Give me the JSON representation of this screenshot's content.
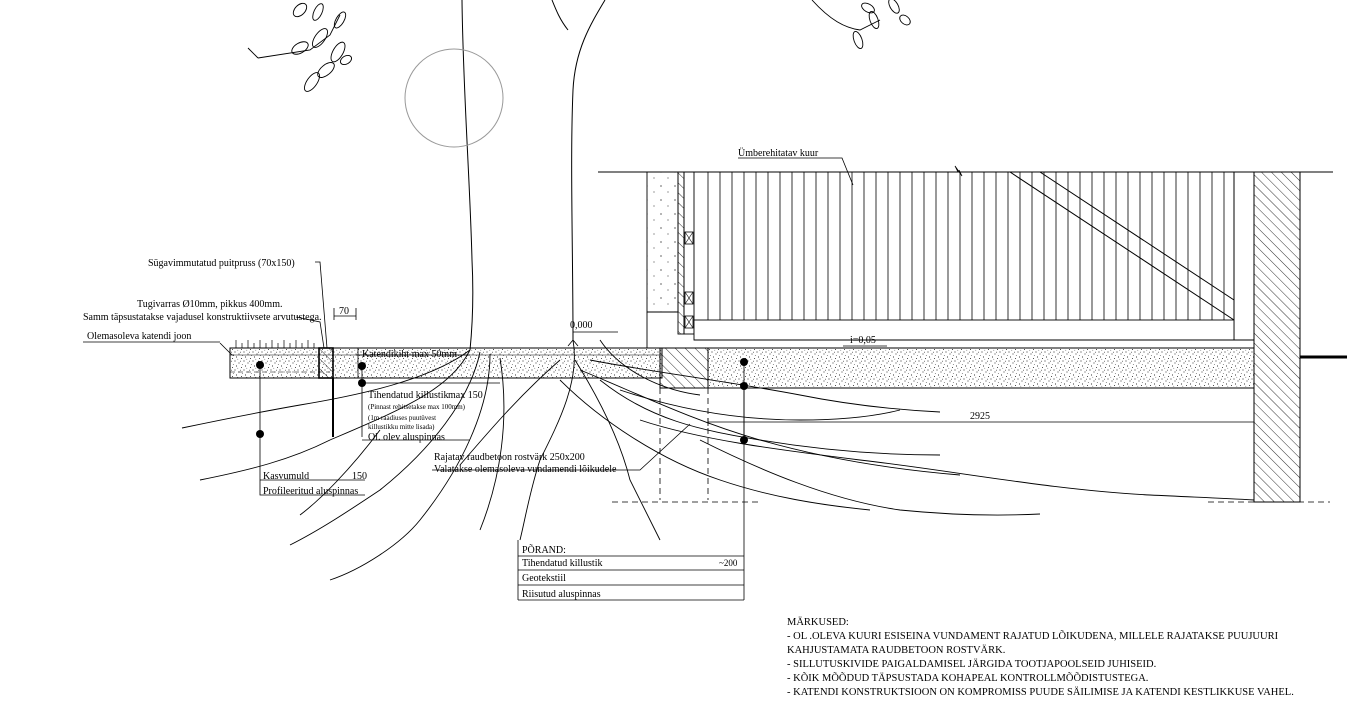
{
  "labels": {
    "shed": "Ümberehitatav kuur",
    "wood_beam": "Sügavimmutatud puitpruss (70x150)",
    "support_rod_1": "Tugivarras Ø10mm, pikkus 400mm.",
    "support_rod_2": "Samm täpsustatakse vajadusel konstruktiivsete arvutustega.",
    "existing_line": "Olemasoleva katendi joon",
    "dim_70": "70",
    "level_000": "0,000",
    "slope": "i=0,05",
    "dim_2925": "2925",
    "surface_layer": "Katendikiht max 50mm",
    "crushed_stone": "Tihendatud killustik",
    "crushed_stone_max": "max 150",
    "crushed_note_1": "(Pinnast rehitsetakse max 100mm)",
    "crushed_note_2": "(1m raadiuses puutüvest",
    "crushed_note_3": "killustikku mitte lisada)",
    "existing_base": "Ol. olev aluspinnas",
    "topsoil": "Kasvumuld",
    "topsoil_value": "150",
    "profiled_base": "Profileeritud aluspinnas",
    "grade_beam_1": "Rajatav raudbetoon rostvärk 250x200",
    "grade_beam_2": "Valatakse olemasoleva vundamendi lõikudele"
  },
  "floor_table": {
    "title": "PÕRAND:",
    "rows": [
      {
        "name": "Tihendatud killustik",
        "value": "~200"
      },
      {
        "name": "Geotekstiil",
        "value": ""
      },
      {
        "name": "Riisutud aluspinnas",
        "value": ""
      }
    ]
  },
  "notes": {
    "title": "MÄRKUSED:",
    "lines": [
      "- OL .OLEVA KUURI ESISEINA VUNDAMENT RAJATUD LÕIKUDENA, MILLELE RAJATAKSE PUUJUURI",
      "KAHJUSTAMATA RAUDBETOON ROSTVÄRK.",
      "- SILLUTUSKIVIDE PAIGALDAMISEL JÄRGIDA TOOTJAPOOLSEID JUHISEID.",
      "- KÕIK MÕÕDUD TÄPSUSTADA KOHAPEAL KONTROLLMÕÕDISTUSTEGA.",
      "- KATENDI KONSTRUKTSIOON ON KOMPROMISS PUUDE SÄILIMISE JA KATENDI KESTLIKKUSE VAHEL."
    ]
  }
}
